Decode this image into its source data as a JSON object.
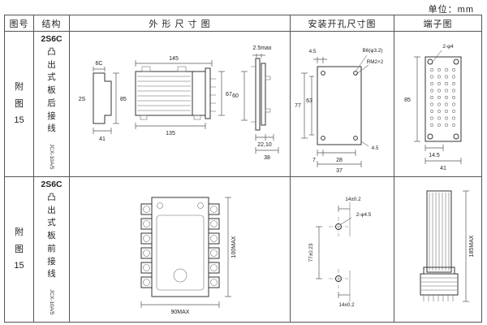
{
  "unit_label": "单位：mm",
  "headers": {
    "fig_no": "图号",
    "structure": "结构",
    "outline": "外 形 尺 寸 图",
    "mounting": "安装开孔尺寸图",
    "terminal": "端子图"
  },
  "rows": [
    {
      "fig_no": "附\n图\n15",
      "model": "2S6C",
      "structure_desc": "凸\n出\n式\n板\n后\n接\n线",
      "type_label": "JCX-10A/5",
      "outline": {
        "d_6c": "6C",
        "d_2s": "2S",
        "d_85": "85",
        "d_41": "41",
        "d_145": "145",
        "d_135": "135",
        "d_67": "67",
        "d_25max": "2.5max",
        "d_60": "60",
        "d_2210": "22,10",
        "d_38": "38"
      },
      "mounting": {
        "d_45_top": "4.5",
        "d_b6": "B6(φ3.2)",
        "d_rm2": "RM2×2",
        "d_77": "77",
        "d_63": "63",
        "d_7": "7",
        "d_28": "28",
        "d_37": "37",
        "d_45_right": "4.5"
      },
      "terminal": {
        "d_2phi4": "2-φ4",
        "d_85": "85",
        "d_145": "14.5",
        "d_41": "41"
      }
    },
    {
      "fig_no": "附\n图\n15",
      "model": "2S6C",
      "structure_desc": "凸\n出\n式\n板\n前\n接\n线",
      "type_label": "JCX-10A/5",
      "outline": {
        "d_90max": "90MAX",
        "d_100max": "100MAX"
      },
      "mounting": {
        "d_14_top": "14±0.2",
        "d_2phi45": "2-φ4.5",
        "d_77": "77±0.23",
        "d_14_bottom": "14±0.2"
      },
      "terminal": {
        "d_185max": "185MAX"
      }
    }
  ]
}
